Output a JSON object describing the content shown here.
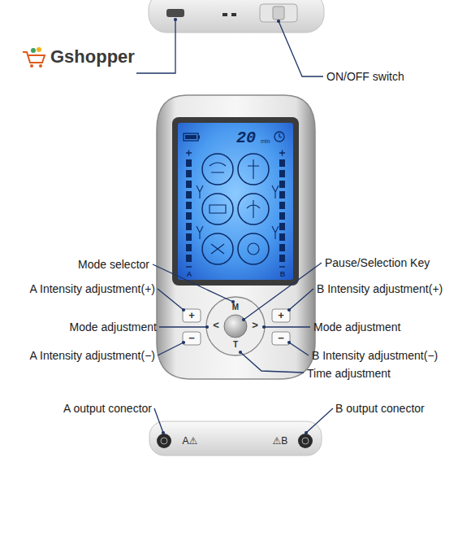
{
  "diagram": {
    "labels": [
      "Gshopper",
      "ON/OFF switch",
      "20",
      "min",
      "A",
      "B",
      "Mode selector",
      "Pause/Selection Key",
      "A Intensity adjustment(+)",
      "B Intensity adjustment(+)",
      "Mode adjustment",
      "Mode adjustment",
      "A Intensity adjustment(−)",
      "B Intensity adjustment(−)",
      "Time adjustment",
      "M",
      "T",
      "<",
      ">",
      "+",
      "−",
      "+",
      "−",
      "A output conector",
      "B output conector",
      "A⚠",
      "⚠B"
    ]
  }
}
